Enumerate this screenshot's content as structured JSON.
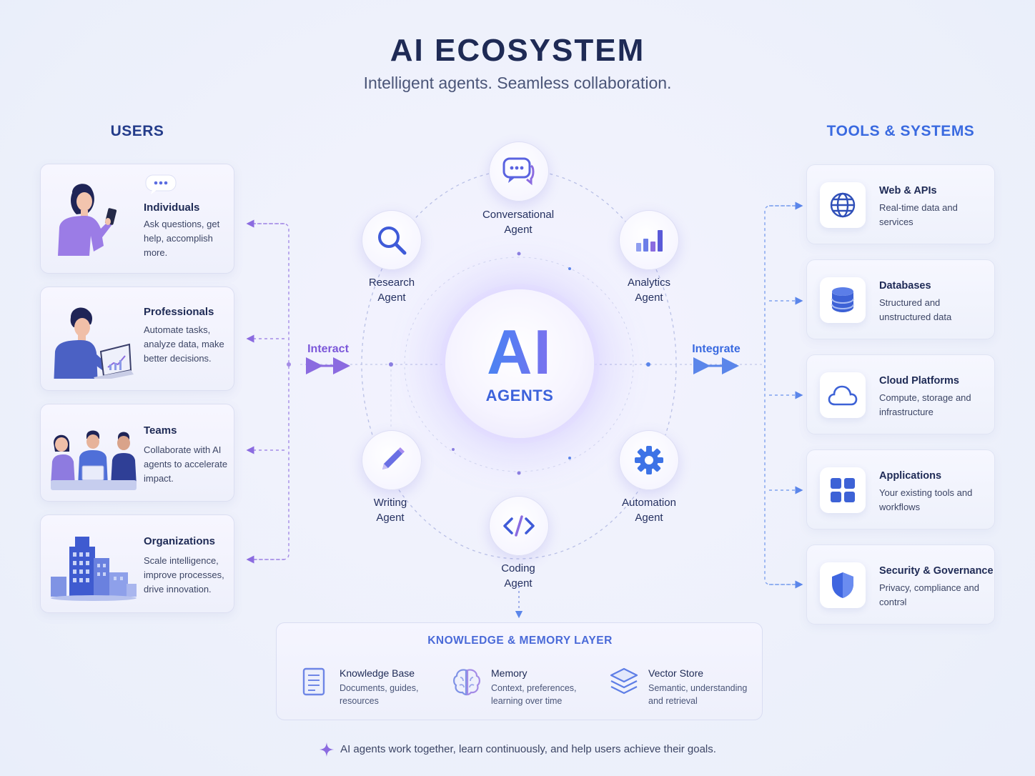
{
  "header": {
    "title": "AI ECOSYSTEM",
    "subtitle": "Intelligent agents. Seamless collaboration."
  },
  "users": {
    "label": "USERS",
    "items": [
      {
        "name": "Individuals",
        "desc": "Ask questions, get help, accomplish more.",
        "icon": "person-with-phone-illustration"
      },
      {
        "name": "Professionals",
        "desc": "Automate tasks, analyze data, make better decisions.",
        "icon": "person-with-laptop-illustration"
      },
      {
        "name": "Teams",
        "desc": "Collaborate with AI agents to accelerate impact.",
        "icon": "team-illustration"
      },
      {
        "name": "Organizations",
        "desc": "Scale intelligence, improve processes, drive innovation.",
        "icon": "buildings-illustration"
      }
    ]
  },
  "tools": {
    "label": "TOOLS & SYSTEMS",
    "items": [
      {
        "name": "Web & APIs",
        "desc": "Real-time data and services",
        "icon": "globe-icon"
      },
      {
        "name": "Databases",
        "desc": "Structured and unstructured data",
        "icon": "database-icon"
      },
      {
        "name": "Cloud Platforms",
        "desc": "Compute, storage and infrastructure",
        "icon": "cloud-icon"
      },
      {
        "name": "Applications",
        "desc": "Your existing tools and workflows",
        "icon": "grid-icon"
      },
      {
        "name": "Security & Governance",
        "desc": "Privacy, compliance and contrэl",
        "icon": "shield-icon"
      }
    ]
  },
  "agents": [
    {
      "line1": "Conversational",
      "line2": "Agent",
      "icon": "chat-bubbles-icon"
    },
    {
      "line1": "Research",
      "line2": "Agent",
      "icon": "magnifier-icon"
    },
    {
      "line1": "Analytics",
      "line2": "Agent",
      "icon": "bar-chart-icon"
    },
    {
      "line1": "Writing",
      "line2": "Agent",
      "icon": "pencil-icon"
    },
    {
      "line1": "Automation",
      "line2": "Agent",
      "icon": "gear-icon"
    },
    {
      "line1": "Coding",
      "line2": "Agent",
      "icon": "code-icon"
    }
  ],
  "core": {
    "big": "AI",
    "small": "AGENTS"
  },
  "flows": {
    "interact": "Interact",
    "integrate": "Integrate"
  },
  "knowledge": {
    "title": "KNOWLEDGE & MEMORY LAYER",
    "items": [
      {
        "name": "Knowledge Base",
        "desc": "Documents, guides, resources",
        "icon": "document-icon"
      },
      {
        "name": "Memory",
        "desc": "Context, preferences, learning over time",
        "icon": "brain-icon"
      },
      {
        "name": "Vector Store",
        "desc": "Semantic, understanding and retrieval",
        "icon": "layers-icon"
      }
    ]
  },
  "footer": {
    "text": "AI agents work together, learn continuously, and help users achieve their goals."
  },
  "colors": {
    "accent_blue": "#3a6ae0",
    "accent_purple": "#7b57d9",
    "navy": "#1e2a55"
  }
}
